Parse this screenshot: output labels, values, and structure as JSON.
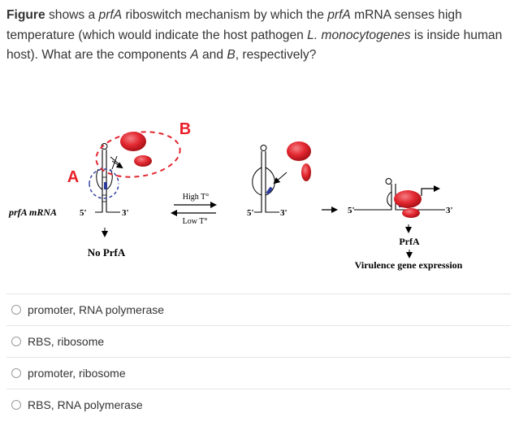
{
  "question": {
    "figure_word": "Figure",
    "text_1": " shows a ",
    "prfA_1": "prfA",
    "text_2": " riboswitch mechanism by which the ",
    "prfA_2": "prfA",
    "text_3": " mRNA senses high temperature (which would indicate the host pathogen ",
    "species": "L. monocytogenes",
    "text_4": " is inside human host). What are the components ",
    "comp_a": "A",
    "text_5": " and ",
    "comp_b": "B",
    "text_6": ", respectively?"
  },
  "figure": {
    "label_a": "A",
    "label_b": "B",
    "mrna_label": "prfA mRNA",
    "five_prime": "5'",
    "three_prime": "3'",
    "no_prfa": "No PrfA",
    "high_temp": "High T°",
    "low_temp": "Low T°",
    "prfa": "PrfA",
    "virulence": "Virulence gene expression",
    "colors": {
      "label": "#e8202a",
      "ribosome": "#e32730",
      "marker": "#2b3b9c"
    }
  },
  "options": [
    {
      "label": "promoter, RNA polymerase"
    },
    {
      "label": "RBS, ribosome"
    },
    {
      "label": "promoter, ribosome"
    },
    {
      "label": "RBS, RNA polymerase"
    }
  ]
}
